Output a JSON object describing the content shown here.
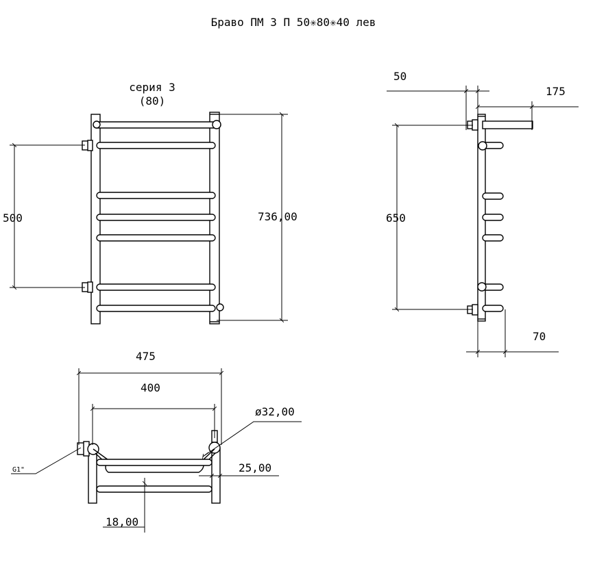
{
  "title": "Браво ПМ 3 П 50✳80✳40 лев",
  "series_label": "серия 3",
  "series_code": "(80)",
  "front": {
    "dim_left": "500",
    "dim_right": "736,00"
  },
  "side": {
    "dim_top": "50",
    "dim_top_right": "175",
    "dim_height": "650",
    "dim_bottom": "70"
  },
  "top": {
    "dim_overall": "475",
    "dim_inner": "400",
    "dim_pipe_diameter": "ø32,00",
    "dim_offset": "25,00",
    "dim_bar": "18,00",
    "thread_label": "G1\""
  }
}
